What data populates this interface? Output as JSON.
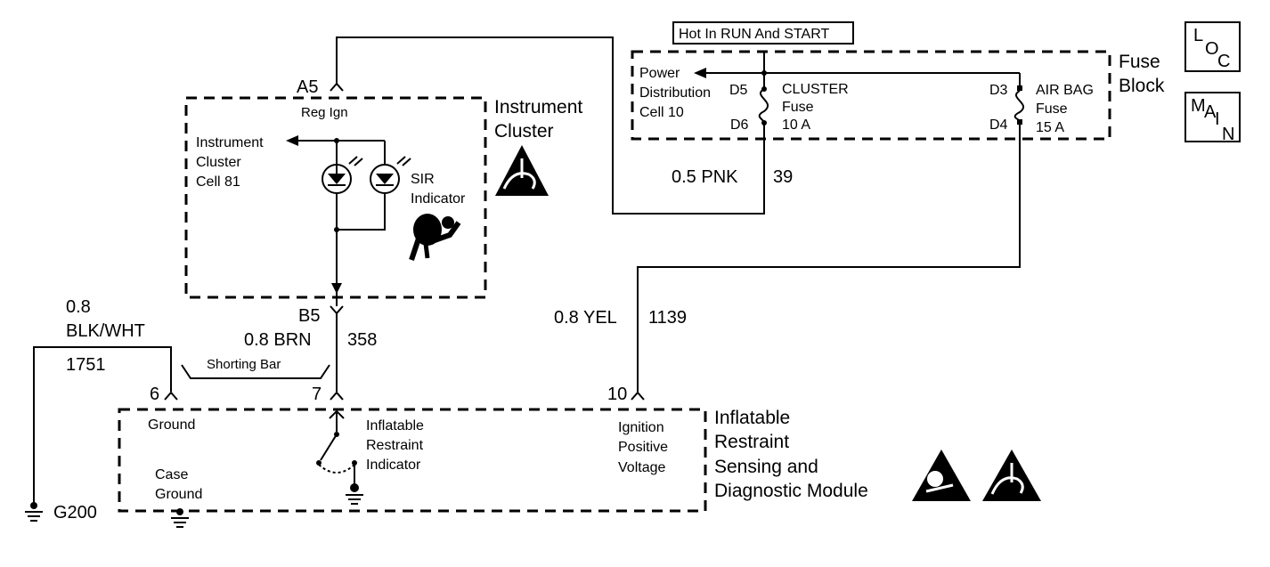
{
  "labels": {
    "hot_run_start": "Hot In RUN And START",
    "fuse_block_line1": "Fuse",
    "fuse_block_line2": "Block",
    "loc": [
      "L",
      "O",
      "C"
    ],
    "main": [
      "M",
      "A",
      "I",
      "N"
    ],
    "power_dist": [
      "Power",
      "Distribution",
      "Cell 10"
    ],
    "d5": "D5",
    "d6": "D6",
    "d3": "D3",
    "d4": "D4",
    "cluster_fuse": [
      "CLUSTER",
      "Fuse",
      "10 A"
    ],
    "airbag_fuse": [
      "AIR BAG",
      "Fuse",
      "15 A"
    ],
    "a5": "A5",
    "reg_ign": "Reg Ign",
    "instrument_cluster": [
      "Instrument",
      "Cluster"
    ],
    "instrument_cluster_cell": [
      "Instrument",
      "Cluster",
      "Cell 81"
    ],
    "sir_indicator": [
      "SIR",
      "Indicator"
    ],
    "wire_pnk": "0.5 PNK",
    "circuit_39": "39",
    "b5": "B5",
    "wire_brn": "0.8 BRN",
    "circuit_358": "358",
    "wire_blkwht": [
      "0.8",
      "BLK/WHT"
    ],
    "circuit_1751": "1751",
    "shorting_bar": "Shorting Bar",
    "wire_yel": "0.8 YEL",
    "circuit_1139": "1139",
    "pin_6": "6",
    "pin_7": "7",
    "pin_10": "10",
    "ground": "Ground",
    "case_ground": [
      "Case",
      "Ground"
    ],
    "inflatable_indicator": [
      "Inflatable",
      "Restraint",
      "Indicator"
    ],
    "ignition_positive": [
      "Ignition",
      "Positive",
      "Voltage"
    ],
    "module_name": [
      "Inflatable",
      "Restraint",
      "Sensing and",
      "Diagnostic Module"
    ],
    "g200": "G200"
  },
  "icons": [
    "esd-warning-icon",
    "airbag-icon"
  ]
}
